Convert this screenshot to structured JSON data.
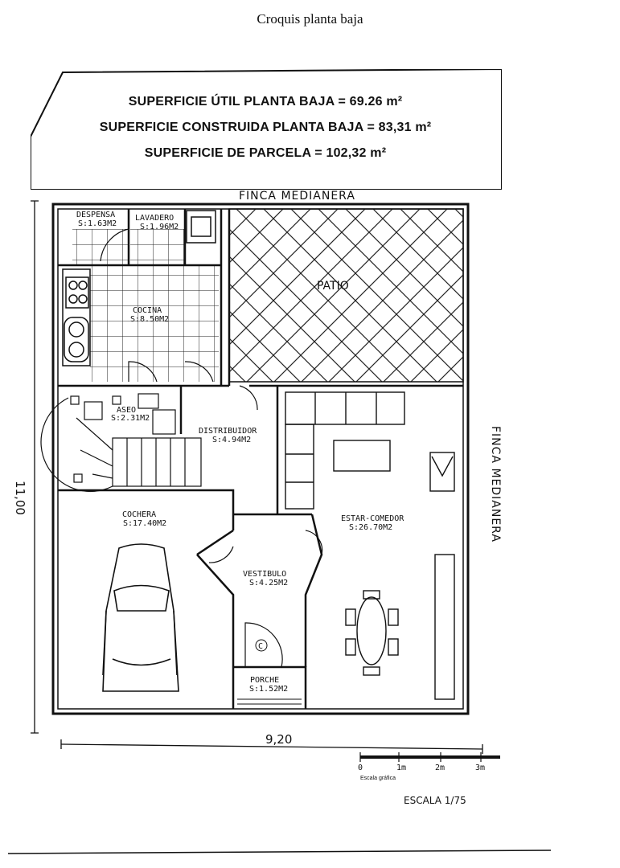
{
  "document": {
    "title": "Croquis planta baja"
  },
  "summary": {
    "useful_area": "SUPERFICIE ÚTIL PLANTA BAJA = 69.26 m²",
    "built_area": "SUPERFICIE CONSTRUIDA PLANTA BAJA = 83,31 m²",
    "plot_area": "SUPERFICIE DE PARCELA  = 102,32 m²"
  },
  "boundaries": {
    "top": "FINCA MEDIANERA",
    "right": "FINCA MEDIANERA"
  },
  "rooms": {
    "despensa": {
      "name": "DESPENSA",
      "area": "S:1.63M2"
    },
    "lavadero": {
      "name": "LAVADERO",
      "area": "S:1.96M2"
    },
    "cocina": {
      "name": "COCINA",
      "area": "S:8.50M2"
    },
    "patio": {
      "name": "PATIO"
    },
    "aseo": {
      "name": "ASEO",
      "area": "S:2.31M2"
    },
    "distribuidor": {
      "name": "DISTRIBUIDOR",
      "area": "S:4.94M2"
    },
    "cochera": {
      "name": "COCHERA",
      "area": "S:17.40M2"
    },
    "estar": {
      "name": "ESTAR-COMEDOR",
      "area": "S:26.70M2"
    },
    "vestibulo": {
      "name": "VESTIBULO",
      "area": "S:4.25M2"
    },
    "porche": {
      "name": "PORCHE",
      "area": "S:1.52M2"
    }
  },
  "dimensions": {
    "depth": "11,00",
    "width": "9,20"
  },
  "scale_bar": {
    "labels": [
      "0",
      "1m",
      "2m",
      "3m"
    ],
    "caption": "Escala gráfica"
  },
  "scale": {
    "text": "ESCALA  1/75"
  },
  "misc": {
    "meter_symbol": "C"
  }
}
